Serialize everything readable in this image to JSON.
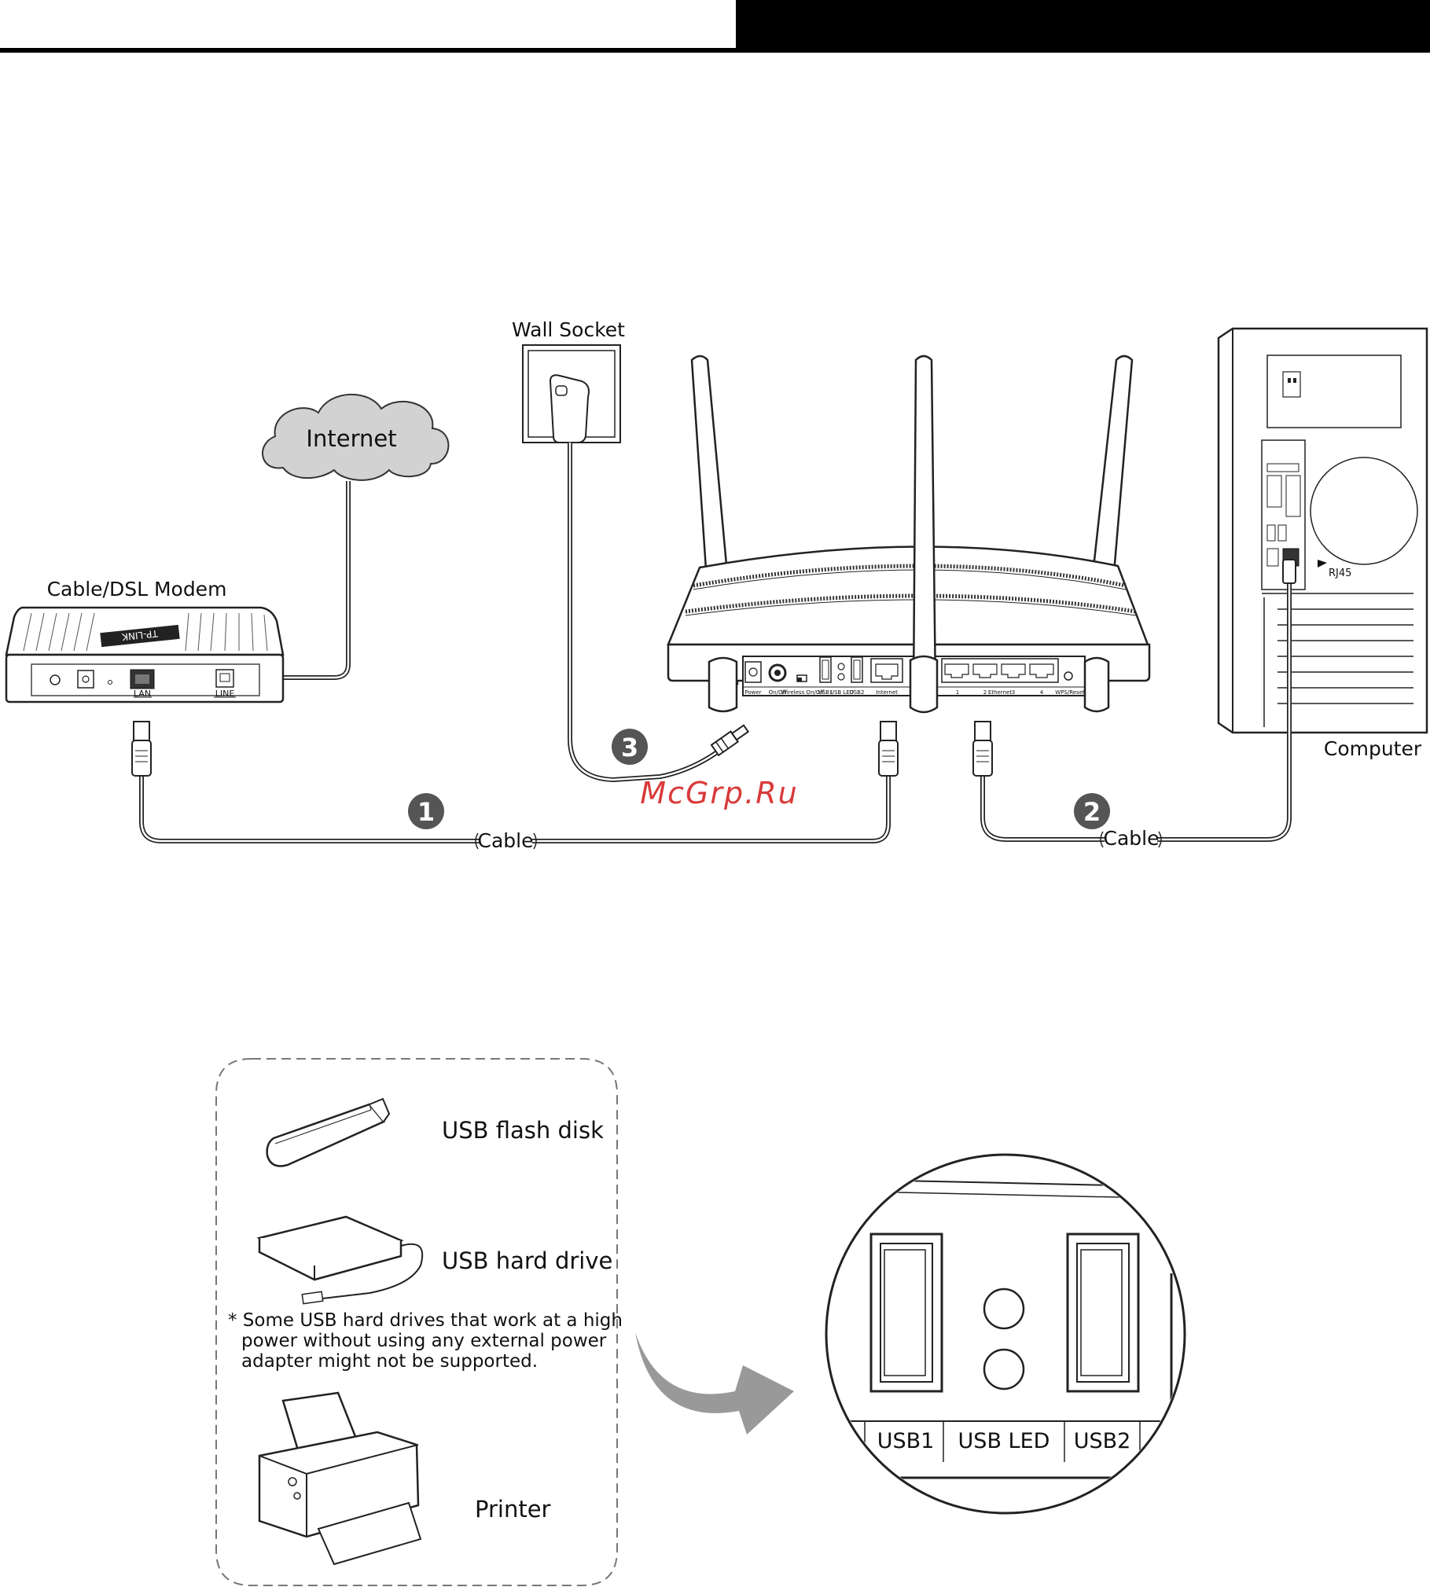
{
  "labels": {
    "internet": "Internet",
    "wall_socket": "Wall Socket",
    "modem": "Cable/DSL Modem",
    "computer": "Computer",
    "rj45": "RJ45",
    "cable_1": "Cable",
    "cable_2": "Cable",
    "watermark": "McGrp.Ru",
    "modem_logo": "TP-LINK",
    "modem_lan": "LAN",
    "modem_line": "LINE"
  },
  "steps": [
    "1",
    "2",
    "3"
  ],
  "router_ports": [
    "Power",
    "On/Off",
    "Wireless On/Off",
    "USB1",
    "USB LED",
    "USB2",
    "Internet",
    "1",
    "2",
    "Ethernet",
    "3",
    "4",
    "WPS/Reset"
  ],
  "usb_devices": {
    "flash": "USB flash disk",
    "hdd": "USB hard drive",
    "note": [
      "* Some USB hard drives that work at a high",
      "power without using any external power",
      "adapter might not be supported."
    ],
    "printer": "Printer"
  },
  "zoom_ports": [
    "USB1",
    "USB LED",
    "USB2"
  ],
  "colors": {
    "ink": "#111111",
    "step_badge": "#555555",
    "watermark": "#d93a3a",
    "arrow": "#999999",
    "header_bar": "#000000"
  }
}
